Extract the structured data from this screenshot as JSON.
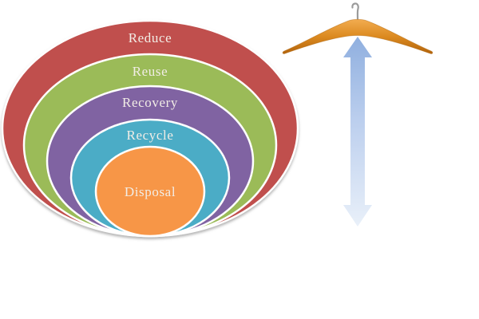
{
  "page": {
    "background": "#ffffff",
    "description": "Waste hierarchy nested-ellipse diagram beside a wooden clothes hanger with an upward fading arrow"
  },
  "diagram": {
    "type": "nested-ellipses",
    "rings": [
      {
        "label": "Reduce",
        "color": "#c0504d"
      },
      {
        "label": "Reuse",
        "color": "#9bbb59"
      },
      {
        "label": "Recovery",
        "color": "#8064a2"
      },
      {
        "label": "Recycle",
        "color": "#4bacc6"
      },
      {
        "label": "Disposal",
        "color": "#f79646"
      }
    ],
    "label_color": "#f2ede6",
    "ring_outline_color": "#ffffff"
  },
  "illustration": {
    "hanger": {
      "name": "wooden-clothes-hanger",
      "wood_color_top": "#f2ac50",
      "wood_color_mid": "#dc8a20",
      "wood_color_bottom": "#b2640c",
      "hook_color": "#9b9b9b"
    },
    "arrow": {
      "direction": "up",
      "style": "double-headed-vertical-fading",
      "color_top": "#8fafdf",
      "color_mid": "#bccfee",
      "color_bottom": "#e9f0f9"
    }
  }
}
